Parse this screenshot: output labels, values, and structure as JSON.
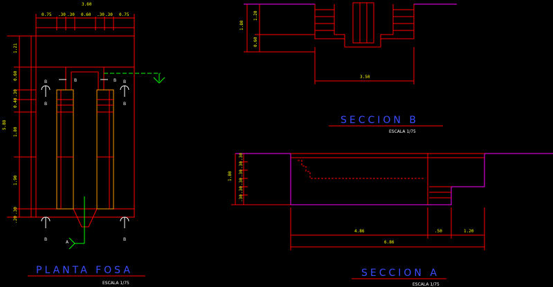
{
  "colors": {
    "background": "#000000",
    "structure": "#ff0000",
    "wall_edge": "#ff00ff",
    "dimension_text": "#ffff00",
    "title": "#3a4cff",
    "axis_green": "#00ff00",
    "section_mark": "#ffffff"
  },
  "plan": {
    "title": "PLANTA FOSA",
    "scale": "ESCALA 1/75",
    "dims_top": {
      "total": "3.60",
      "parts": [
        "0.75",
        ".30",
        ".30",
        "0.60",
        ".30",
        ".30",
        "0.75"
      ]
    },
    "dims_left": {
      "total": "5.88",
      "parts": [
        "1.21",
        "0.60",
        ".30",
        "0.40",
        "1.80",
        "1.90",
        ".30",
        ".20"
      ]
    },
    "section_labels": [
      "B",
      "B",
      "B",
      "B",
      "B",
      "B",
      "B",
      "B",
      "A"
    ]
  },
  "section_b": {
    "title": "SECCION B",
    "scale": "ESCALA 1/75",
    "dims_left": {
      "total": "1.80",
      "parts": [
        "1.20",
        "0.60"
      ]
    },
    "dim_bottom": "3.50"
  },
  "section_a": {
    "title": "SECCION A",
    "scale": "ESCALA 1/75",
    "dims_left": {
      "total": "1.80",
      "parts": [
        ".30",
        ".30",
        ".30",
        ".30",
        ".30",
        ".30"
      ]
    },
    "dims_bottom": {
      "parts": [
        "4.86",
        ".50",
        "1.20"
      ],
      "total": "6.86"
    }
  }
}
